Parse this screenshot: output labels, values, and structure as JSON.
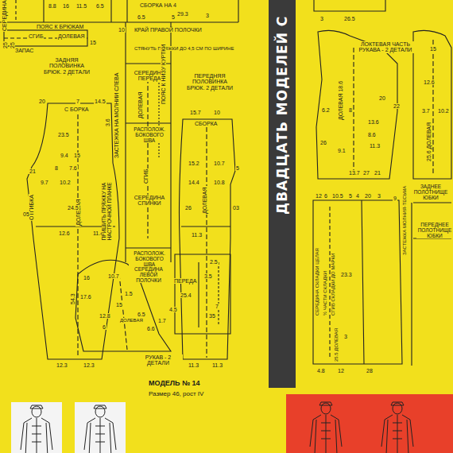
{
  "diagram": {
    "title": "ДВАДЦАТЬ МОДЕЛЕЙ С",
    "labels": [
      "СЕРЕДИНА",
      "8.8",
      "16",
      "11.5",
      "6.5",
      "СБОРКА НА 4",
      "29.3",
      "6.5",
      "5",
      "3",
      "ПОЯС К БРЮКАМ",
      "25",
      "25",
      "СГИБ",
      "ДОЛЕВАЯ",
      "ЗАПАС",
      "15",
      "10",
      "КРАЙ ПРАВОЙ ПОЛОЧКИ",
      "СТЯНУТЬ ПРЯЖКИ ДО 4,5 СМ ПО ШИРИНЕ",
      "ЗАДНЯЯ ПОЛОВИНКА БРЮК. 2 ДЕТАЛИ",
      "С БОРКА",
      "20",
      "7",
      "14.5",
      "23.5",
      "3.6",
      "ЗАСТЕЖКА НА МОЛНИИ СЛЕВА",
      "9.4",
      "15",
      "21",
      "8",
      "7.6",
      "9.7",
      "10.2",
      "ДОЛЕВАЯ",
      "24.5",
      "ОТГИБКА",
      "05",
      "12.6",
      "11.4",
      "ПРИШИТЬ ПРЯЖКУ НА НАСТРОЧНОЙ ПЛАНКЕ",
      "СЕРЕДИНА ПЕРЕДА",
      "ДОЛЕВАЯ",
      "РАСПОЛОЖ. БОКОВОГО ШВА",
      "СГИБ",
      "СЕРЕДИНА СПИНКИ",
      "РАСПОЛОЖ. БОКОВОГО ШВА",
      "СЕРЕДИНА ЛЕВОЙ ПОЛОЧКИ",
      "ПЕРЕДА",
      "ПОЯС К НИЗУ КУРТКИ",
      "ПЕРЕДНЯЯ ПОЛОВИНКА БРЮК. 2 ДЕТАЛИ",
      "15.7",
      "10",
      "СБОРКА",
      "15.2",
      "10.7",
      "5",
      "14.4",
      "10.8",
      "26",
      "ДОЛЕВАЯ",
      "03",
      "11.3",
      "16",
      "10.7",
      "54.3",
      "17.6",
      "15",
      "1.5",
      "12.8",
      "ДОЛЕВАЯ",
      "6",
      "6.6",
      "1.7",
      "4.5",
      "6.5",
      "25.4",
      "2.5",
      "3.5",
      "7",
      "35",
      "РУКАВ - 2 ДЕТАЛИ",
      "12.3",
      "12.3",
      "11.3",
      "11.3",
      "3",
      "26.5",
      "ЛОКТЕВАЯ ЧАСТЬ РУКАВА - 2 ДЕТАЛИ",
      "ДОЛЕВАЯ 18.6",
      "20",
      "22",
      "6.2",
      "8",
      "13.6",
      "8.6",
      "11.3",
      "26",
      "9.1",
      "13.7",
      "27",
      "21",
      "15",
      "12.6",
      "3.7",
      "10.2",
      "25.6 ДОЛЕВАЯ",
      "ЗАДНЕЕ ПОЛОТНИЩЕ ЮБКИ",
      "ЗАСТЕЖКА МОЛНИЯ-ТЕСЬМА",
      "ПЕРЕДНЕЕ ПОЛОТНИЩЕ ЮБКИ",
      "12",
      "6",
      "10.5",
      "5",
      "4",
      "20",
      "3",
      "9",
      "СЕРЕДИНА СКЛАДКИ ЦЕЛАЯ",
      "½ ЧАСТИ СКЛАДКИ",
      "СГИБ СКЛАДКИ ДО МАРКИ",
      "23.3",
      "25.5 ДОЛЕВАЯ",
      "3",
      "4.8",
      "12",
      "28",
      "МОДЕЛЬ № 14",
      "Размер 46, рост IV"
    ]
  }
}
